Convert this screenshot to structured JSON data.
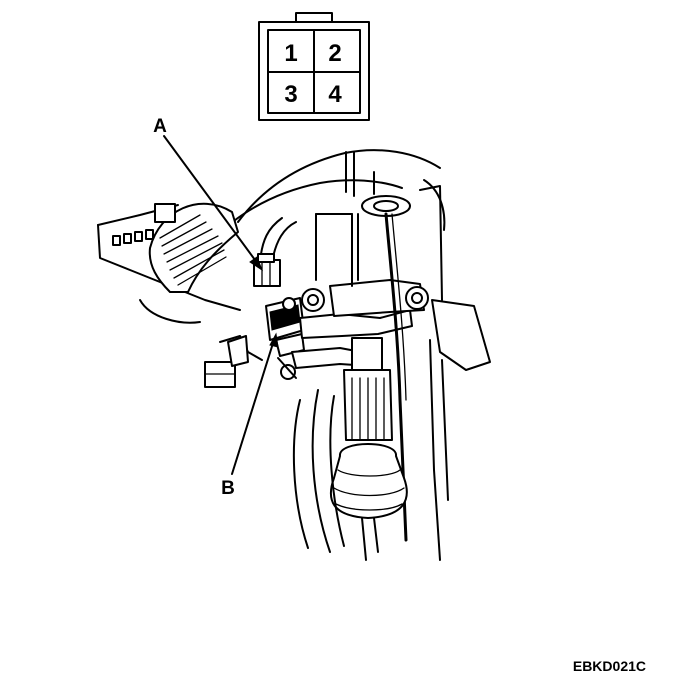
{
  "connector_view": {
    "pins": [
      "1",
      "2",
      "3",
      "4"
    ]
  },
  "callouts": {
    "a": "A",
    "b": "B"
  },
  "figure_code": "EBKD021C"
}
